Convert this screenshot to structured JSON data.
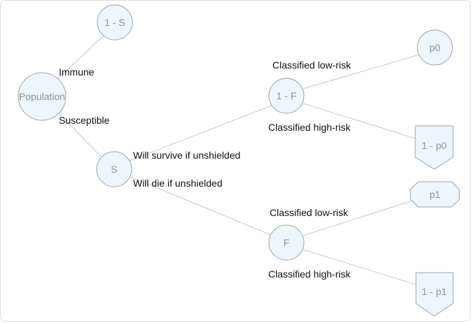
{
  "nodes": {
    "population": "Population",
    "one_minus_s": "1 - S",
    "s": "S",
    "one_minus_f": "1 - F",
    "f": "F",
    "p0": "p0",
    "one_minus_p0": "1 - p0",
    "p1": "p1",
    "one_minus_p1": "1 - p1"
  },
  "edges": {
    "immune": "Immune",
    "susceptible": "Susceptible",
    "will_survive": "Will survive if unshielded",
    "will_die": "Will die if unshielded",
    "survive_low_risk": "Classified low-risk",
    "survive_high_risk": "Classified high-risk",
    "die_low_risk": "Classified low-risk",
    "die_high_risk": "Classified high-risk"
  }
}
